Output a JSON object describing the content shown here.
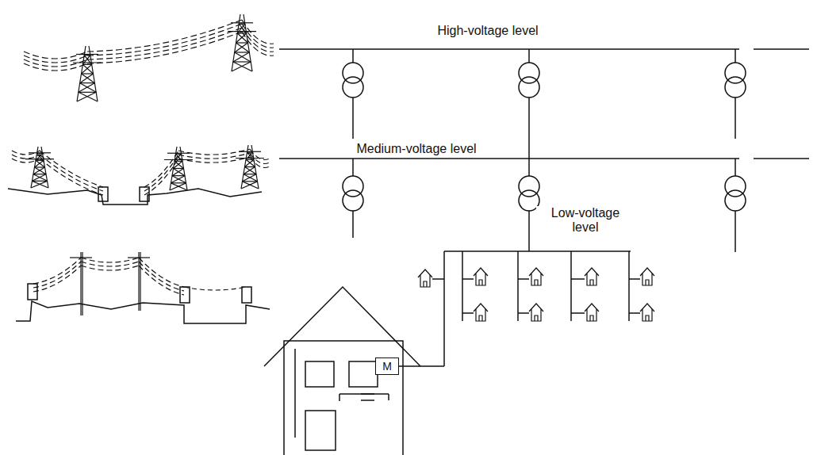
{
  "diagram": {
    "nodes": [
      {
        "text": [
          "M"
        ]
      }
    ],
    "labels": [
      "High-voltage level",
      "Medium-voltage level",
      "Low-voltage level"
    ]
  }
}
